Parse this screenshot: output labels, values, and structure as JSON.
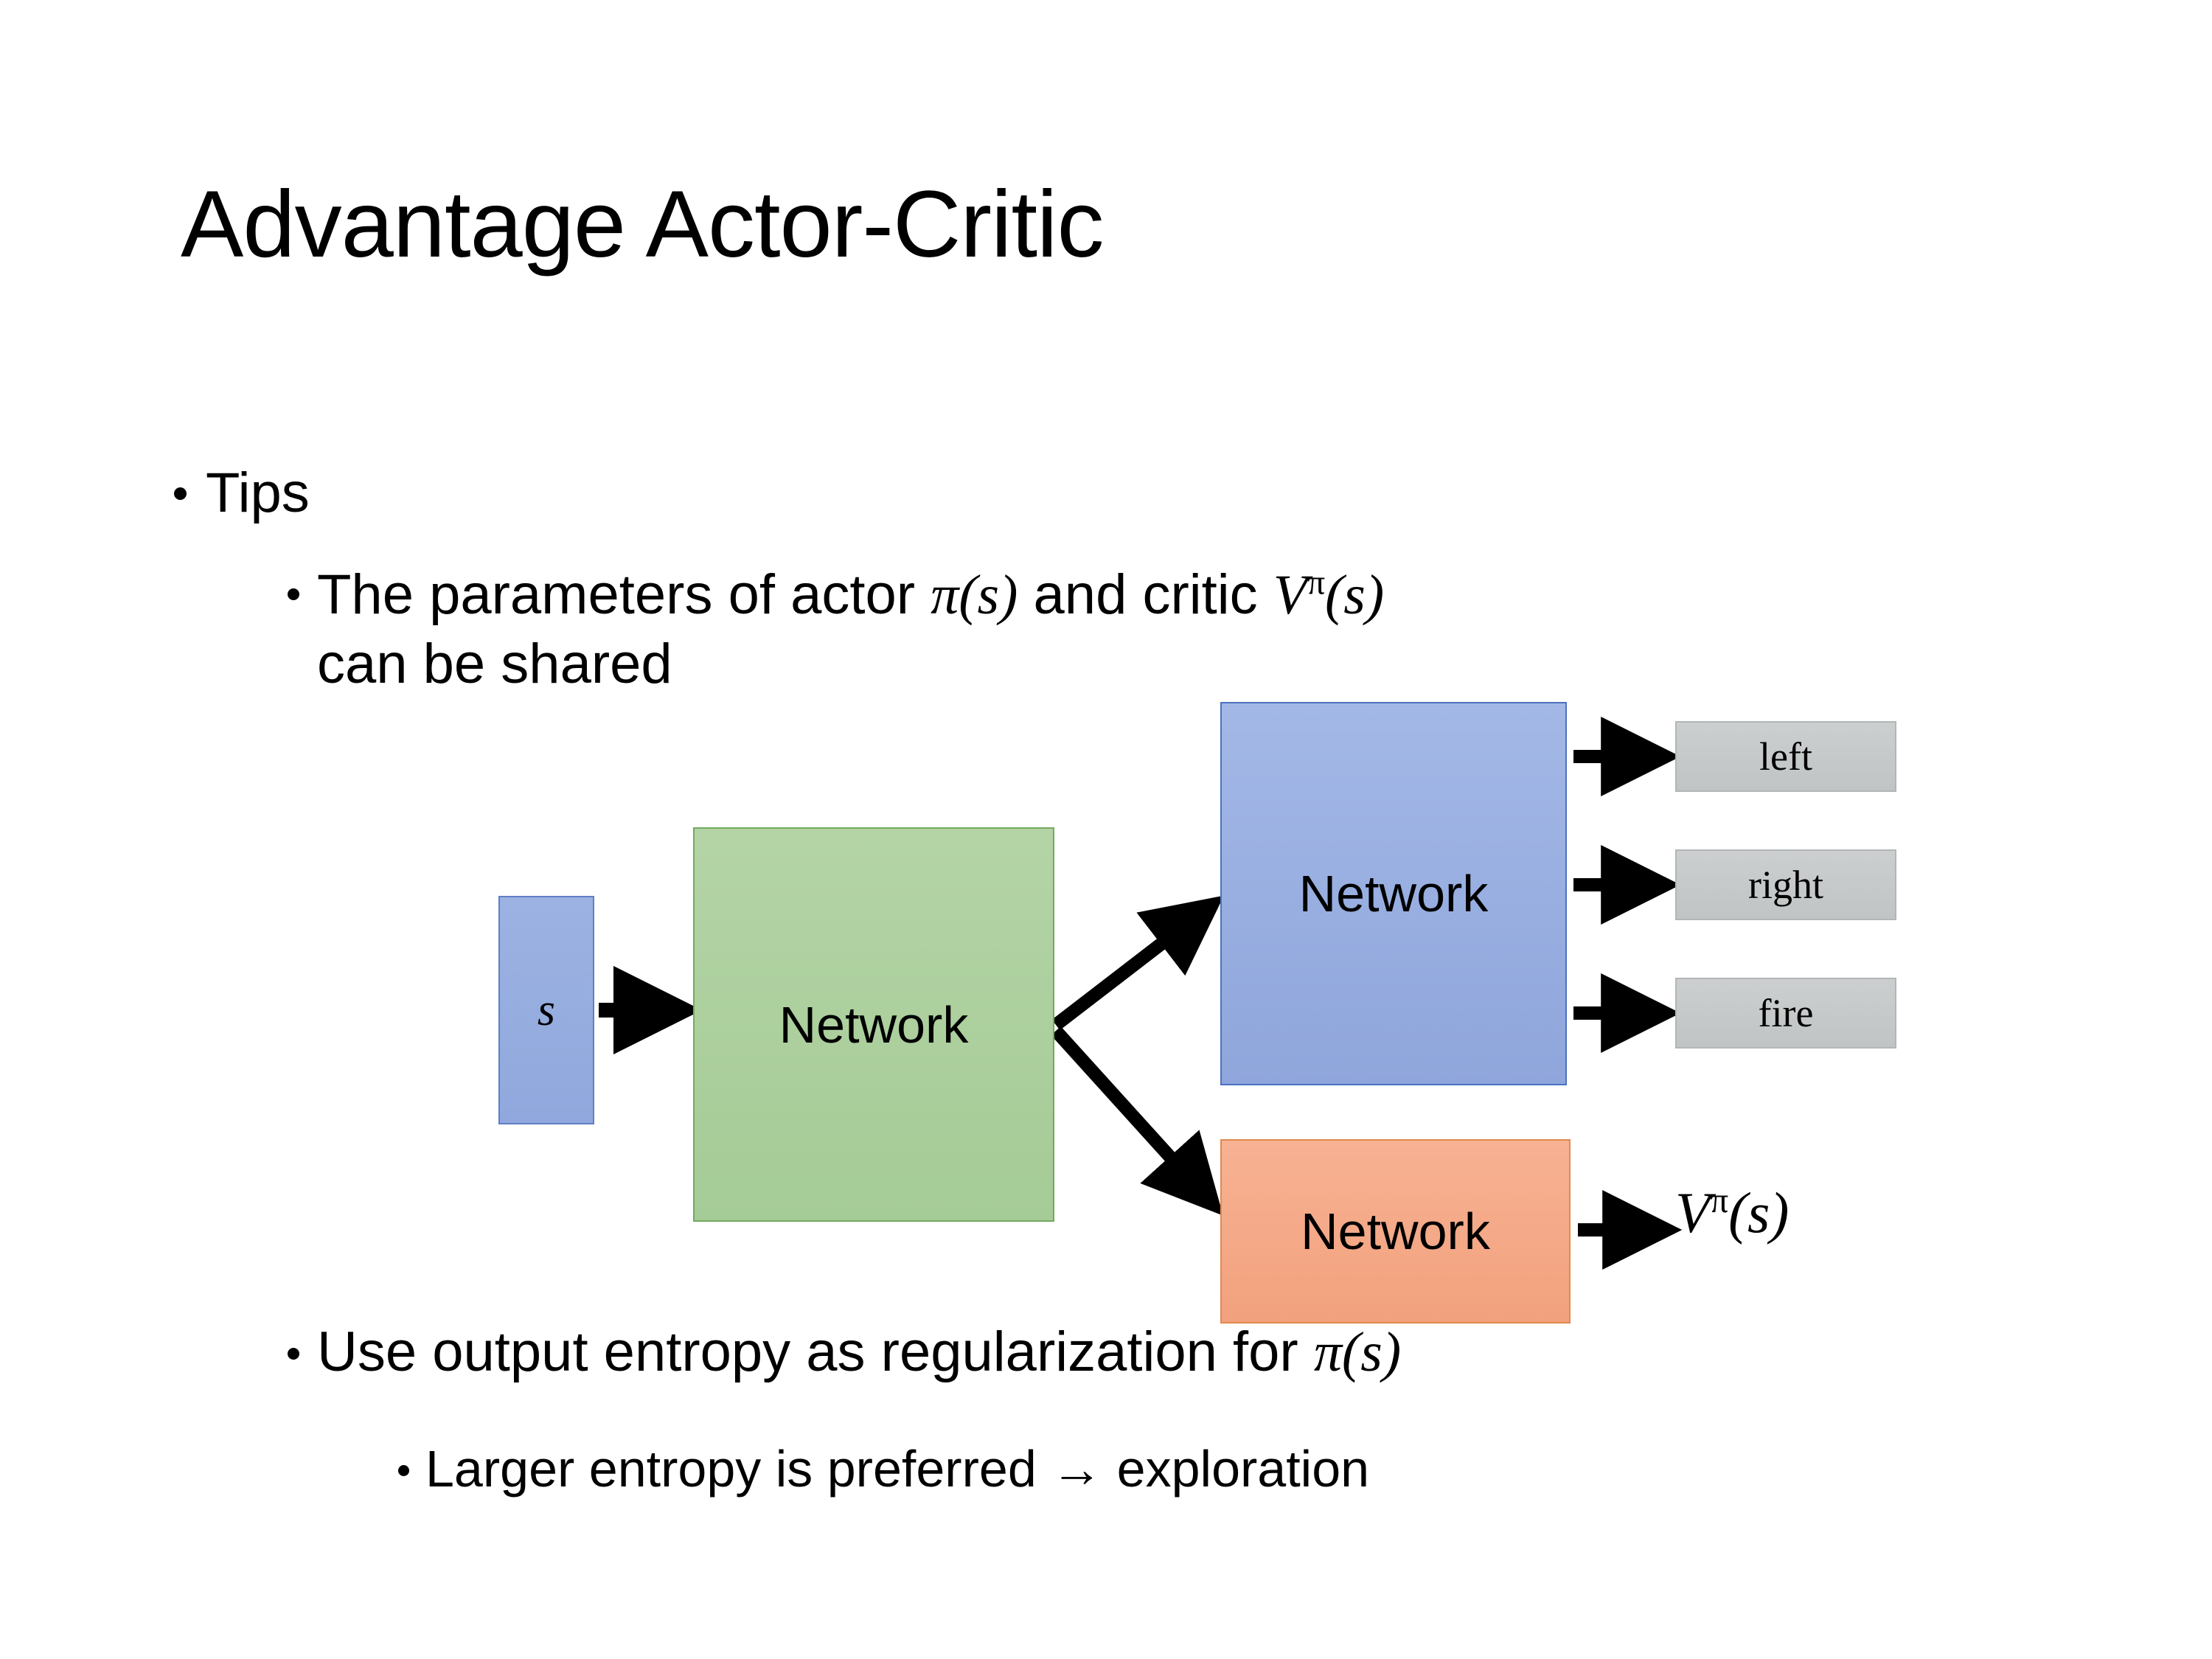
{
  "slide": {
    "title": "Advantage Actor-Critic",
    "background_color": "#ffffff",
    "text_color": "#000000"
  },
  "bullets": {
    "tips": {
      "level": 1,
      "label": "Tips"
    },
    "shared_params": {
      "level": 2,
      "text_before": "The parameters of actor ",
      "math_pi_s": "π(s)",
      "text_middle": "  and critic ",
      "math_v_pi_s_base": "V",
      "math_v_pi_s_sup": "π",
      "math_v_pi_s_arg": "(s)",
      "text_after": "can be shared",
      "full_text": "The parameters of actor π(s)  and critic Vπ(s) can be shared"
    },
    "entropy": {
      "level": 2,
      "text_before": "Use output entropy as regularization for ",
      "math_pi_s": "π(s)",
      "full_text": "Use output entropy as regularization for π(s)"
    },
    "larger_entropy": {
      "level": 3,
      "label": "Larger entropy is preferred → exploration"
    }
  },
  "diagram": {
    "input": {
      "label": "s",
      "fill": "#96ace0",
      "border": "#5f7fc4"
    },
    "shared_network": {
      "label": "Network",
      "fill": "#aed0a0",
      "border": "#74a95f"
    },
    "actor_network": {
      "label": "Network",
      "fill": "#97aee1",
      "border": "#4c72c0"
    },
    "critic_network": {
      "label": "Network",
      "fill": "#f4a983",
      "border": "#e08a4f"
    },
    "action_outputs": [
      {
        "label": "left",
        "fill": "#c5c8c8"
      },
      {
        "label": "right",
        "fill": "#c5c8c8"
      },
      {
        "label": "fire",
        "fill": "#c5c8c8"
      }
    ],
    "value_output": {
      "base": "V",
      "superscript": "π",
      "argument": "(s)",
      "label": "Vπ(s)"
    },
    "arrow_color": "#000000"
  }
}
